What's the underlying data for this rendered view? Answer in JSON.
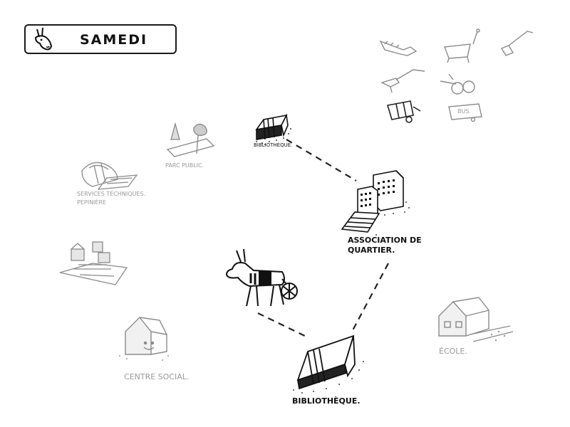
{
  "header": {
    "title": "SAMEDI"
  },
  "places": {
    "bibliotheque_top": "BiBLiOTHÈQUE.",
    "parc_public": "PARC PUBLiC.",
    "services_techniques": "SERViCES TECHNiQUES.",
    "pepiniere": "PEPiNiÈRE",
    "association_line1": "ASSOCiATiON DE",
    "association_line2": "QUARTiER.",
    "centre_social": "CENTRE SOCiAL.",
    "bibliotheque_bottom": "BiBLiOTHÈQUE.",
    "ecole": "ÉCOLE."
  },
  "toolbox": {
    "bus_label": "BUS."
  },
  "colors": {
    "ink": "#111111",
    "faded": "#9a9a9a",
    "background": "#ffffff"
  },
  "icons": {
    "header": "donkey-head-icon",
    "center": "donkey-cart-icon",
    "tools": [
      "saw-icon",
      "wheelbarrow-empty-icon",
      "shovel-icon",
      "pickaxe-icon",
      "hedge-trimmer-icon",
      "lawn-roller-icon",
      "garden-cart-icon",
      "bus-icon"
    ]
  }
}
